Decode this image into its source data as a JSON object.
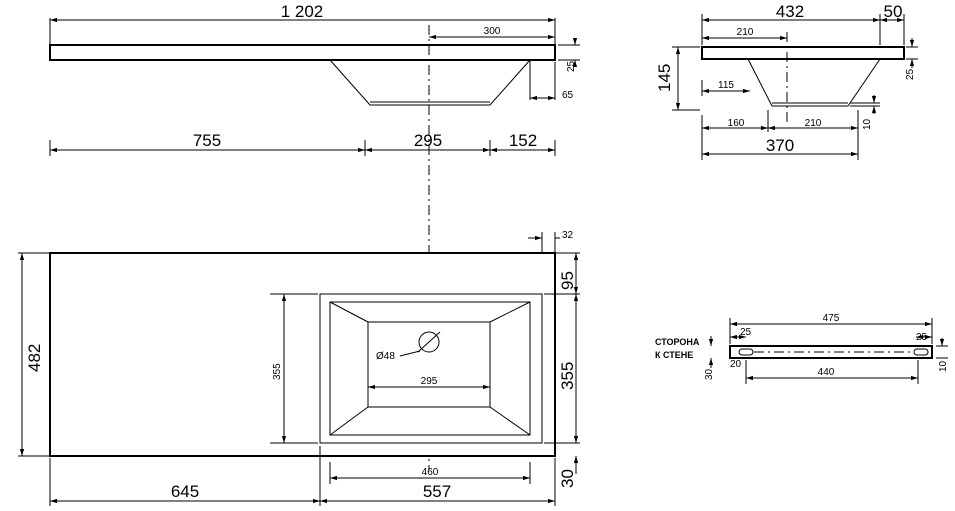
{
  "dims": {
    "d1202": "1 202",
    "d300": "300",
    "d25a": "25",
    "d65": "65",
    "d755": "755",
    "d295a": "295",
    "d152": "152",
    "d32": "32",
    "d95": "95",
    "d482": "482",
    "d355a": "355",
    "d355b": "355",
    "d48": "Ø48",
    "d295b": "295",
    "d460": "460",
    "d645": "645",
    "d557": "557",
    "d30a": "30",
    "d432": "432",
    "d50": "50",
    "d210a": "210",
    "d145": "145",
    "d25b": "25",
    "d115": "115",
    "d10a": "10",
    "d160": "160",
    "d210b": "210",
    "d370": "370",
    "d475": "475",
    "d25c": "25",
    "d25d": "25",
    "d30b": "30",
    "d20": "20",
    "d440": "440",
    "d10b": "10"
  },
  "labels": {
    "wall_side_1": "СТОРОНА",
    "wall_side_2": "К СТЕНЕ"
  }
}
